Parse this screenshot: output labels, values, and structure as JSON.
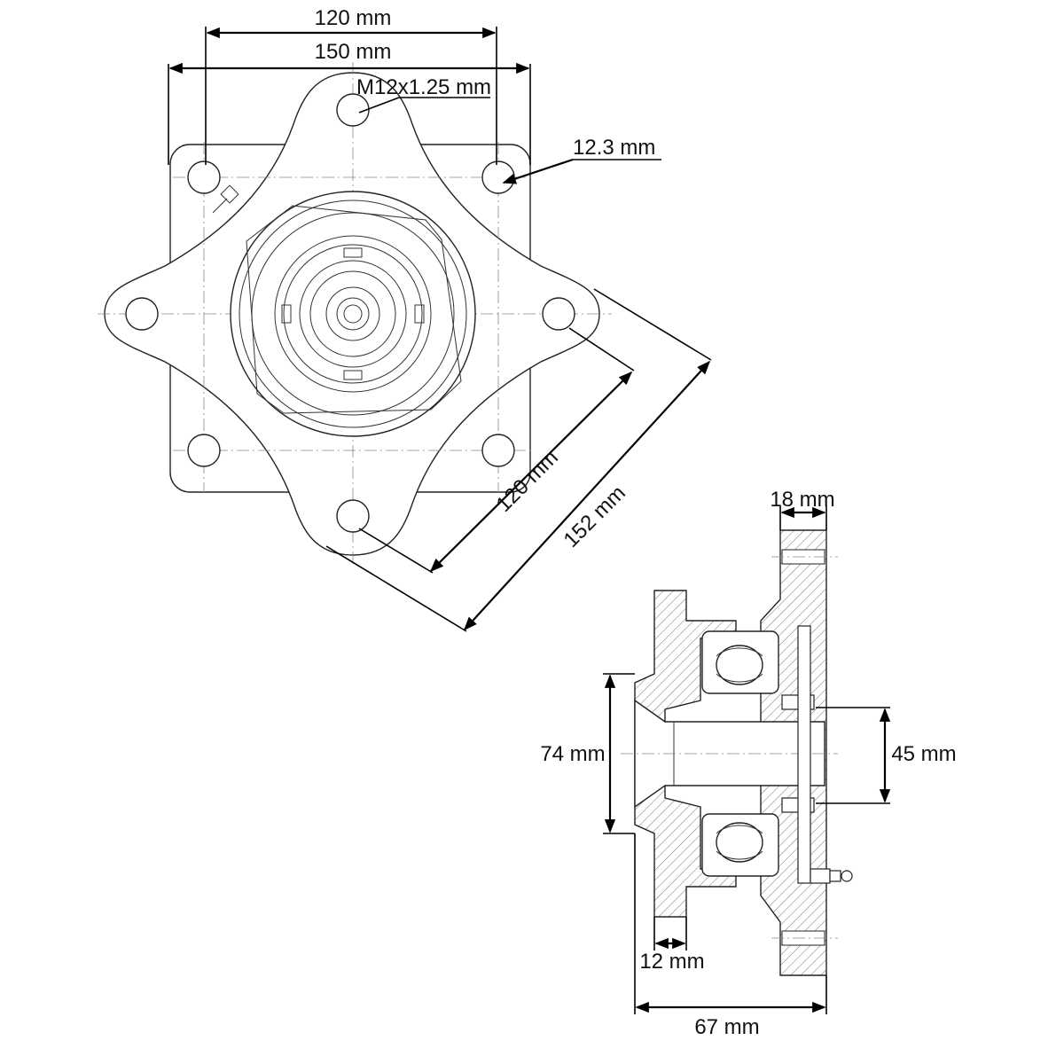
{
  "dimensions": {
    "bolt_spacing_inner": "120 mm",
    "plate_width": "150 mm",
    "thread": "M12x1.25 mm",
    "hole_diameter": "12.3 mm",
    "diagonal_bolt_spacing": "120 mm",
    "diagonal_width": "152 mm",
    "flange_thickness": "18 mm",
    "hub_diameter": "74 mm",
    "bore_diameter": "45 mm",
    "hub_flange_thickness": "12 mm",
    "overall_length": "67 mm"
  }
}
